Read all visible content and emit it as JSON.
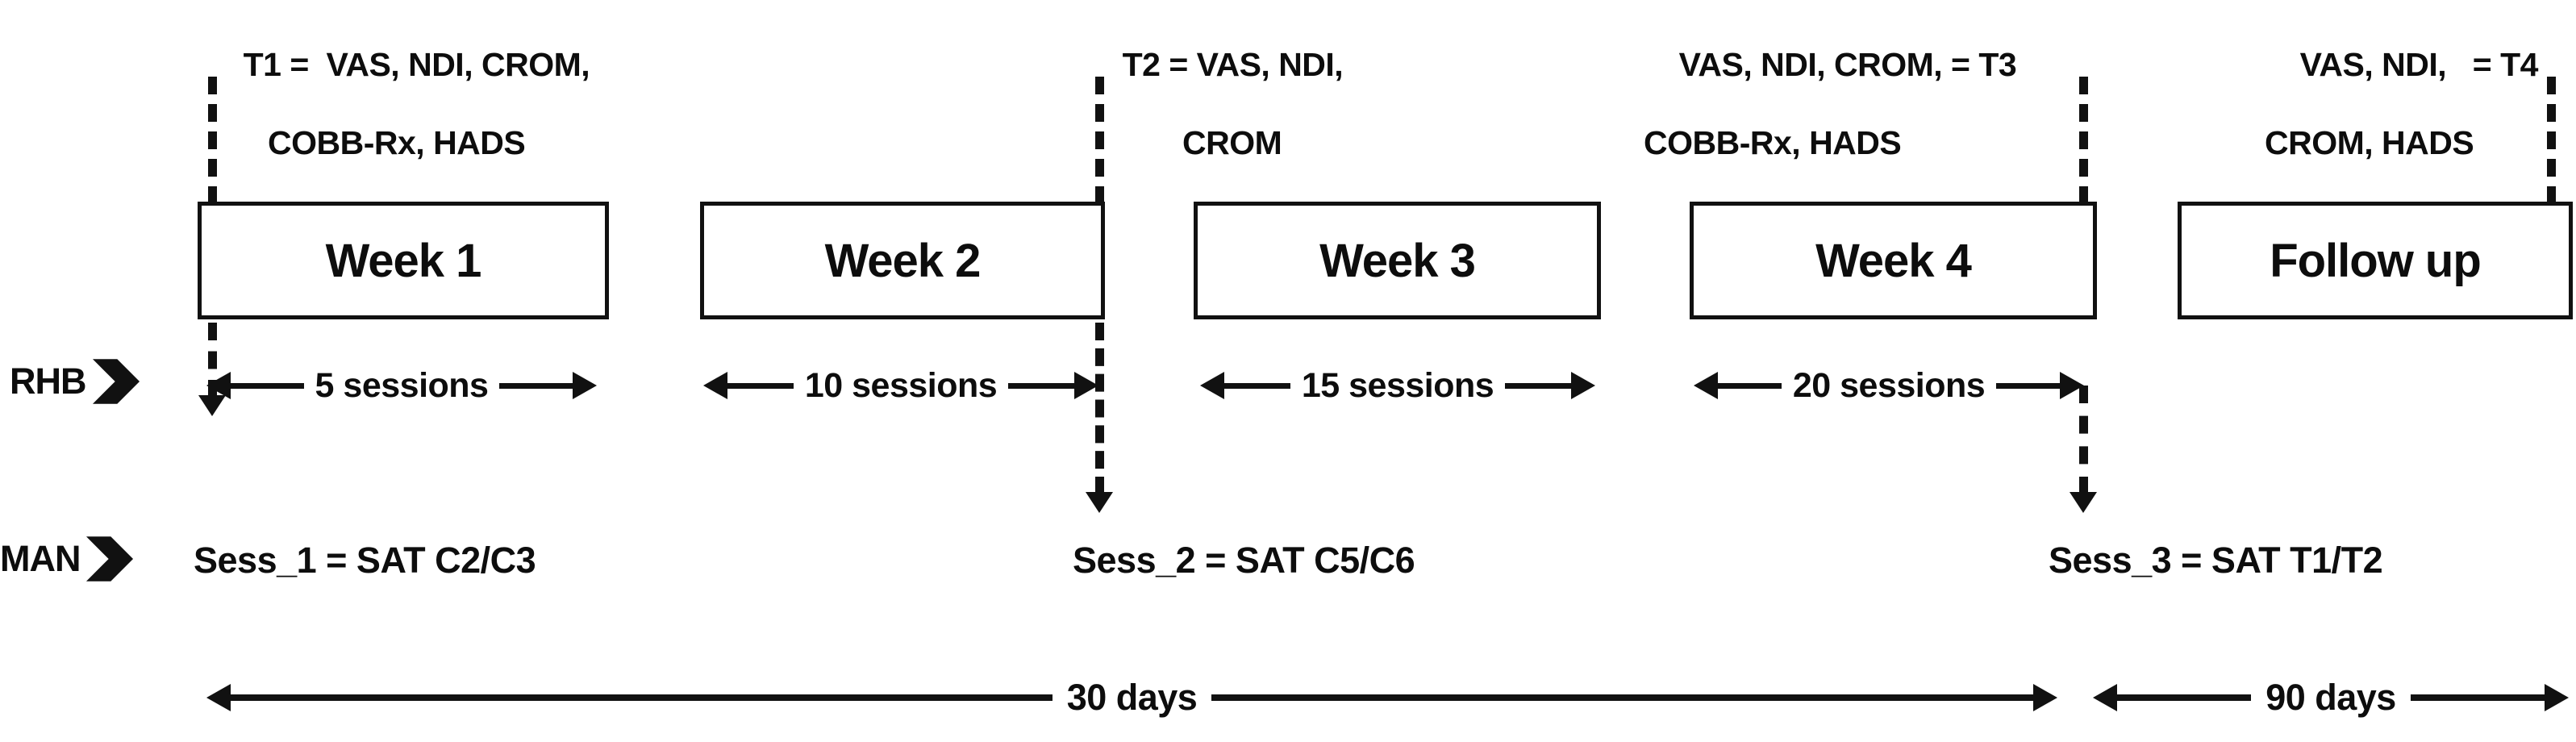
{
  "figure": {
    "title": "Study timeline diagram",
    "ink_color": "#111111",
    "background": "#ffffff"
  },
  "assessments": [
    {
      "id": "T1",
      "prefix": "T1 = ",
      "line1": "T1 =  VAS, NDI, CROM,",
      "line2": "COBB-Rx, HADS"
    },
    {
      "id": "T2",
      "prefix": "T2 = ",
      "line1": "T2 = VAS, NDI,",
      "line2": "CROM"
    },
    {
      "id": "T3",
      "prefix": "= T3",
      "line1": "VAS, NDI, CROM, = T3",
      "line2": "COBB-Rx, HADS"
    },
    {
      "id": "T4",
      "prefix": "= T4",
      "line1": "VAS, NDI,   = T4",
      "line2": "CROM, HADS"
    }
  ],
  "phases": [
    {
      "label": "Week 1"
    },
    {
      "label": "Week 2"
    },
    {
      "label": "Week 3"
    },
    {
      "label": "Week 4"
    },
    {
      "label": "Follow up"
    }
  ],
  "groups": [
    {
      "id": "RHB",
      "label": "RHB",
      "icon": "chevron-right-icon"
    },
    {
      "id": "MAN",
      "label": "MAN",
      "icon": "chevron-right-icon"
    }
  ],
  "sessions": [
    {
      "label": "5 sessions"
    },
    {
      "label": "10 sessions"
    },
    {
      "label": "15 sessions"
    },
    {
      "label": "20 sessions"
    }
  ],
  "manual_sessions": [
    {
      "label": "Sess_1 = SAT C2/C3"
    },
    {
      "label": "Sess_2 = SAT C5/C6"
    },
    {
      "label": "Sess_3 = SAT T1/T2"
    }
  ],
  "durations": [
    {
      "label": "30 days"
    },
    {
      "label": "90 days"
    }
  ]
}
